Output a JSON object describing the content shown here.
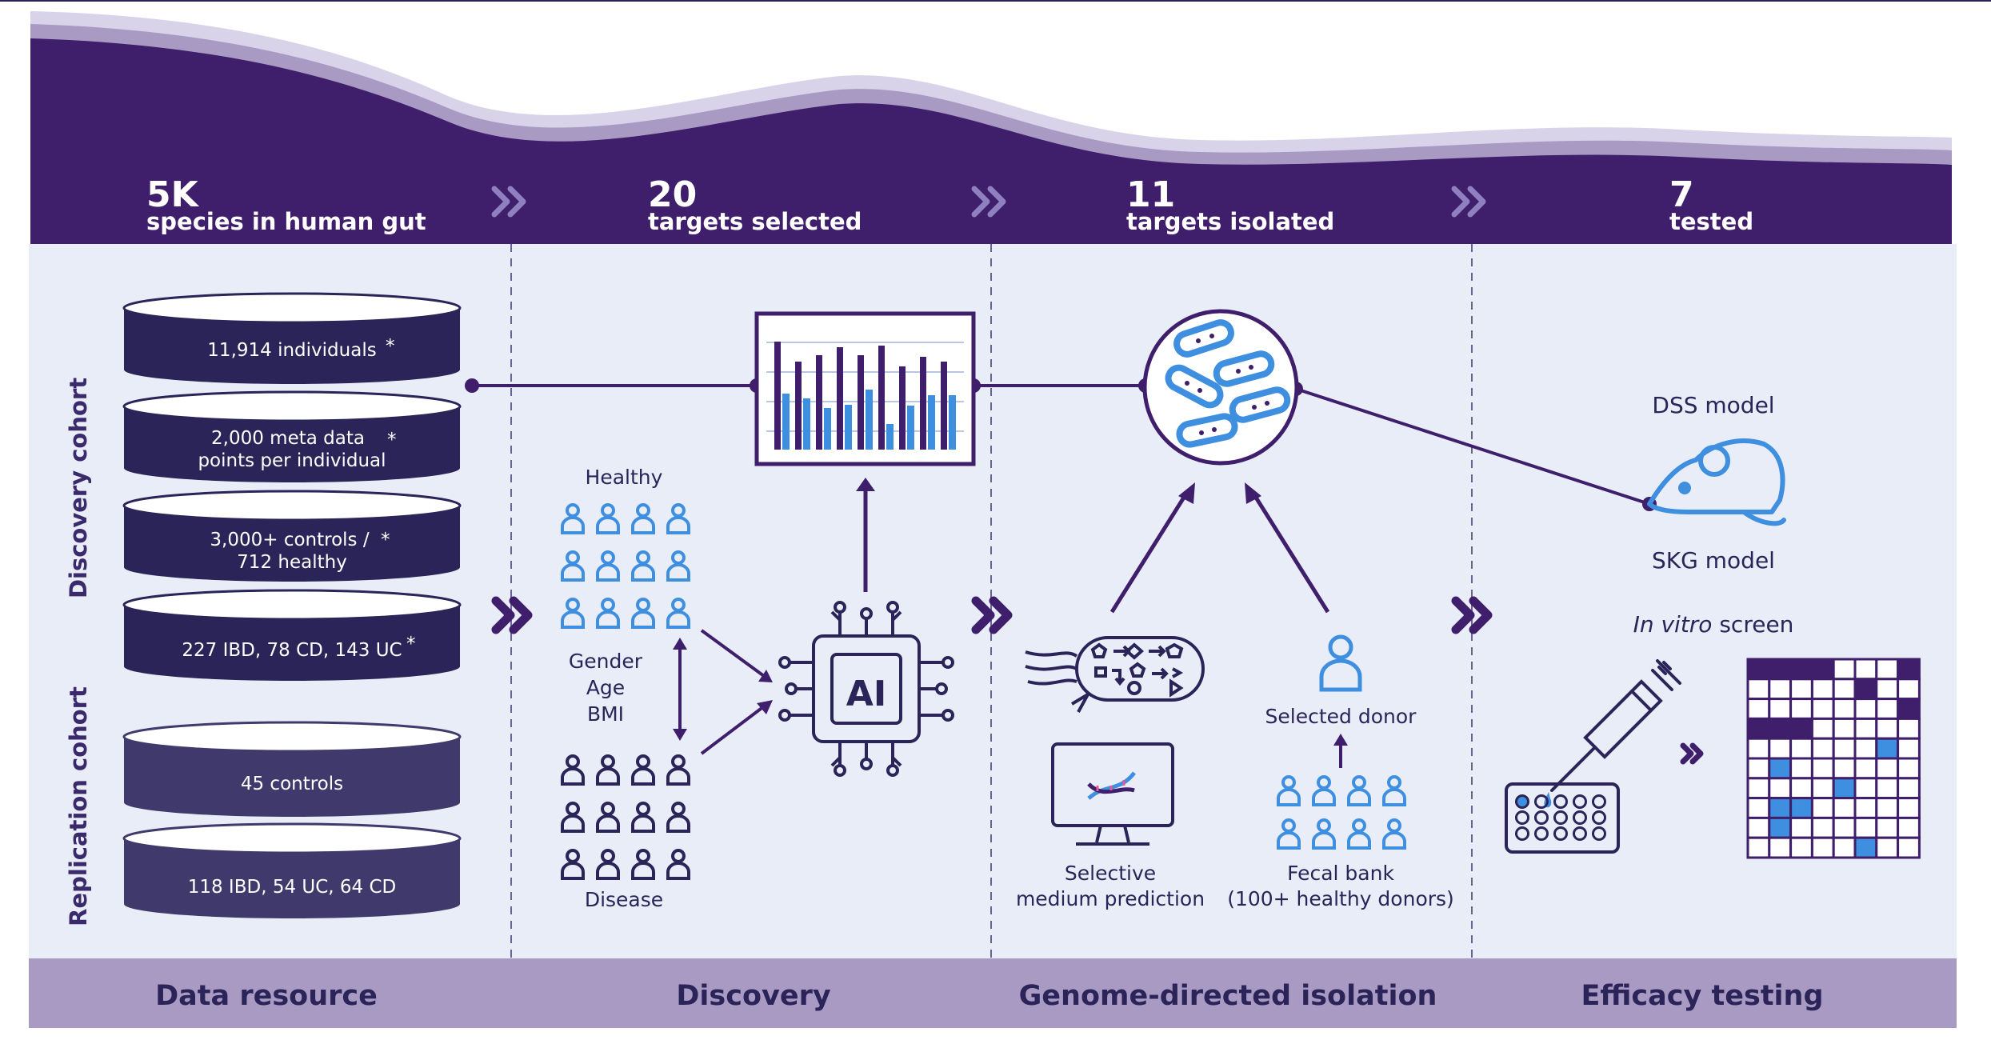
{
  "stats": [
    {
      "number": "5K",
      "text": "species in human gut"
    },
    {
      "number": "20",
      "text": "targets selected"
    },
    {
      "number": "11",
      "text": "targets isolated"
    },
    {
      "number": "7",
      "text": "tested"
    }
  ],
  "side_labels": {
    "discovery": "Discovery cohort",
    "replication": "Replication cohort"
  },
  "databases": [
    {
      "line1": "11,914 individuals",
      "line2": "",
      "star": "*"
    },
    {
      "line1": "2,000 meta data",
      "line2": "points per individual",
      "star": "*"
    },
    {
      "line1": "3,000+ controls /",
      "line2": "712 healthy",
      "star": "*"
    },
    {
      "line1": "227 IBD, 78 CD, 143 UC",
      "line2": "",
      "star": "*"
    },
    {
      "line1": "45 controls",
      "line2": "",
      "star": ""
    },
    {
      "line1": "118 IBD, 54 UC, 64 CD",
      "line2": "",
      "star": ""
    }
  ],
  "discovery": {
    "healthy": "Healthy",
    "traits": [
      "Gender",
      "Age",
      "BMI"
    ],
    "disease": "Disease",
    "ai": "AI"
  },
  "isolation": {
    "selected_donor": "Selected donor",
    "selective_1": "Selective",
    "selective_2": "medium prediction",
    "fecal_1": "Fecal bank",
    "fecal_2": "(100+ healthy donors)"
  },
  "efficacy": {
    "dss": "DSS model",
    "skg": "SKG model",
    "in_vitro_italic": "In vitro",
    "screen": " screen"
  },
  "stages": [
    "Data resource",
    "Discovery",
    "Genome-directed isolation",
    "Efficacy testing"
  ],
  "colors": {
    "header_purple": "#3f1e6b",
    "navy": "#2a2458",
    "panel_bg": "#e9edf7",
    "footer_lavender": "#a99ac4",
    "blue_accent": "#3f8fe0"
  }
}
